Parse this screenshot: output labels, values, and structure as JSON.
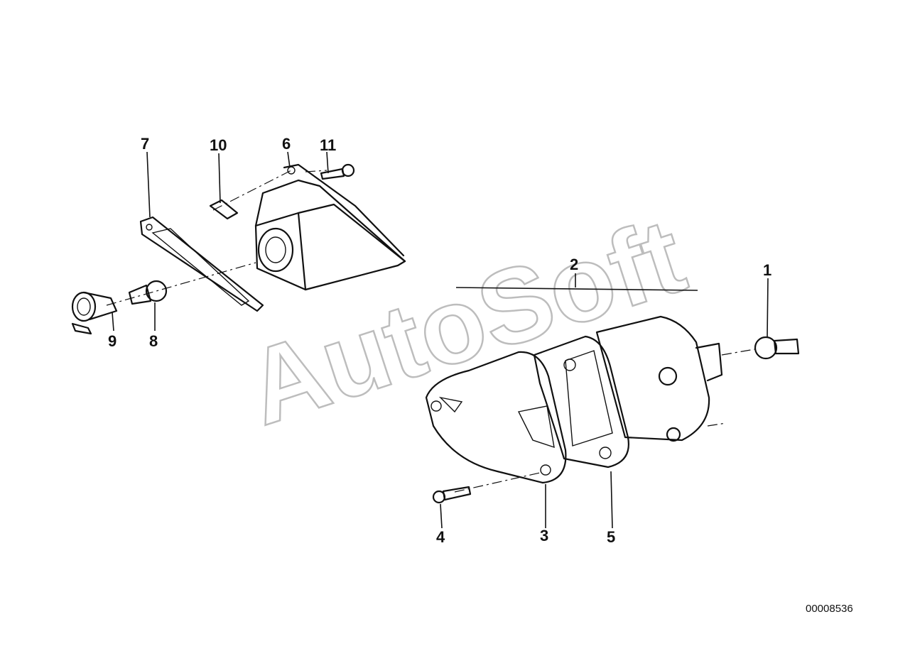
{
  "watermark": "AutoSoft",
  "document_number": "00008536",
  "callouts": {
    "p1": "1",
    "p2": "2",
    "p3": "3",
    "p4": "4",
    "p5": "5",
    "p6": "6",
    "p7": "7",
    "p8": "8",
    "p9": "9",
    "p10": "10",
    "p11": "11"
  },
  "colors": {
    "line": "#111111",
    "watermark": "#bdbdbd",
    "background": "#ffffff"
  }
}
